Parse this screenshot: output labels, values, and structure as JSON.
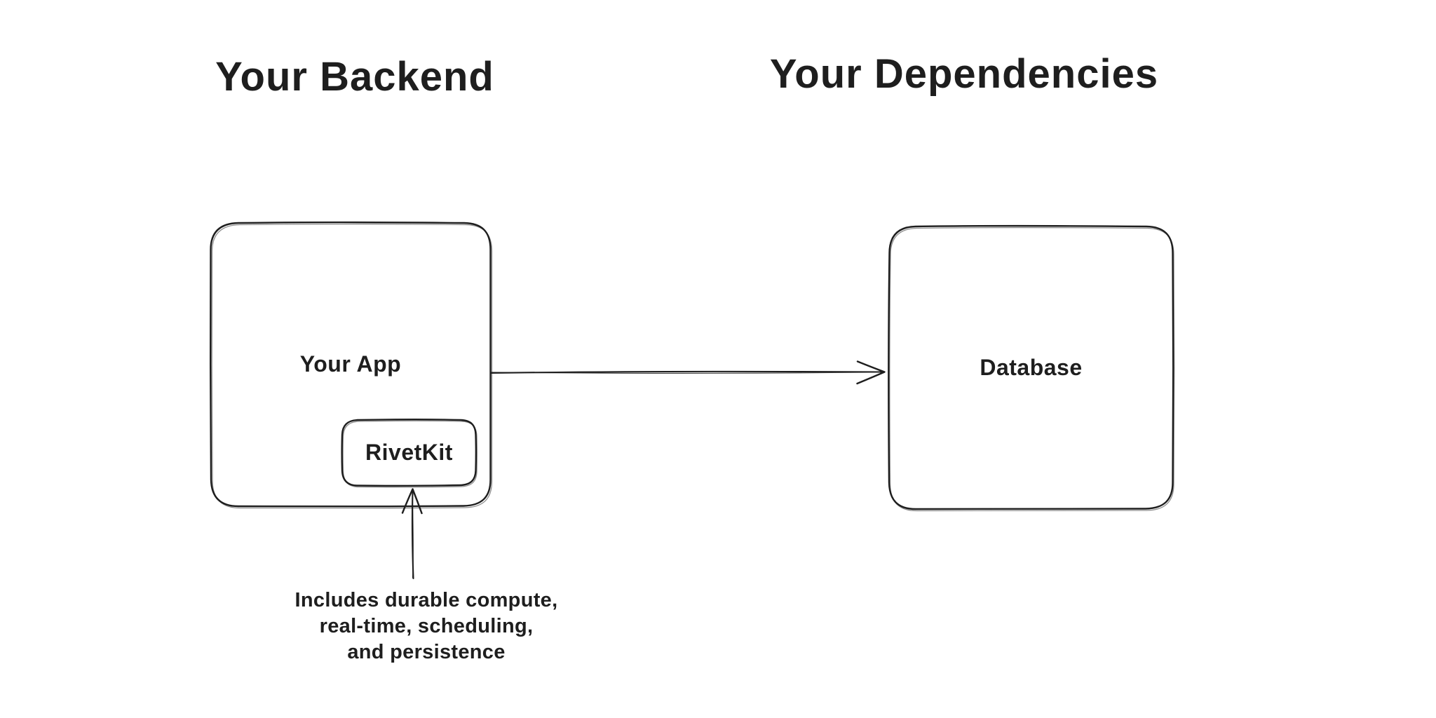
{
  "diagram": {
    "background_color": "#ffffff",
    "stroke_color": "#1e1e1e",
    "section_titles": {
      "backend": "Your Backend",
      "dependencies": "Your Dependencies"
    },
    "nodes": {
      "your_app": {
        "label": "Your App"
      },
      "rivetkit": {
        "label": "RivetKit"
      },
      "database": {
        "label": "Database"
      }
    },
    "annotation": {
      "line1": "Includes durable compute,",
      "line2": "real-time, scheduling,",
      "line3": "and persistence"
    }
  }
}
